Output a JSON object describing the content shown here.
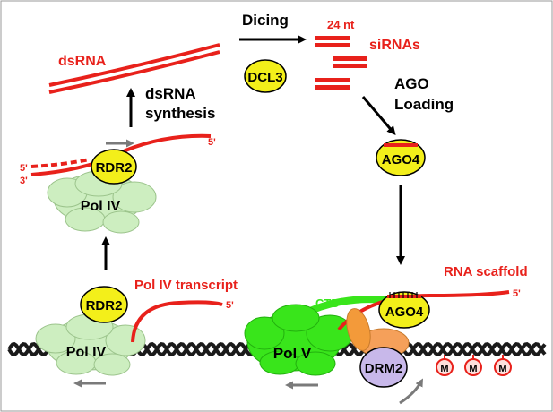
{
  "labels": {
    "dicing": "Dicing",
    "nt24": "24 nt",
    "sirnas": "siRNAs",
    "dsrna": "dsRNA",
    "dcl3": "DCL3",
    "dsrna_synth_1": "dsRNA",
    "dsrna_synth_2": "synthesis",
    "ago_loading_1": "AGO",
    "ago_loading_2": "Loading",
    "five_prime_top": "5'",
    "five_prime_left": "5'",
    "three_prime_left": "3'",
    "rdr2_top": "RDR2",
    "polIV_top": "Pol IV",
    "ago4_mid": "AGO4",
    "rdr2_bottom": "RDR2",
    "polIV_transcript": "Pol IV transcript",
    "five_prime_transcript": "5'",
    "polIV_bottom": "Pol IV",
    "ctd": "CTD",
    "rna_scaffold": "RNA scaffold",
    "five_prime_scaffold": "5'",
    "ago4_bottom": "AGO4",
    "polV": "Pol V",
    "drm2": "DRM2",
    "methyl": "M"
  },
  "colors": {
    "rna_red": "#e8211b",
    "yellow": "#f3ef1a",
    "polIV_green": "#cdeec0",
    "polV_green": "#39e51b",
    "orange": "#f5a05a",
    "drm2_purple": "#c8b8ea",
    "arrow_gray": "#7a7a7a"
  }
}
